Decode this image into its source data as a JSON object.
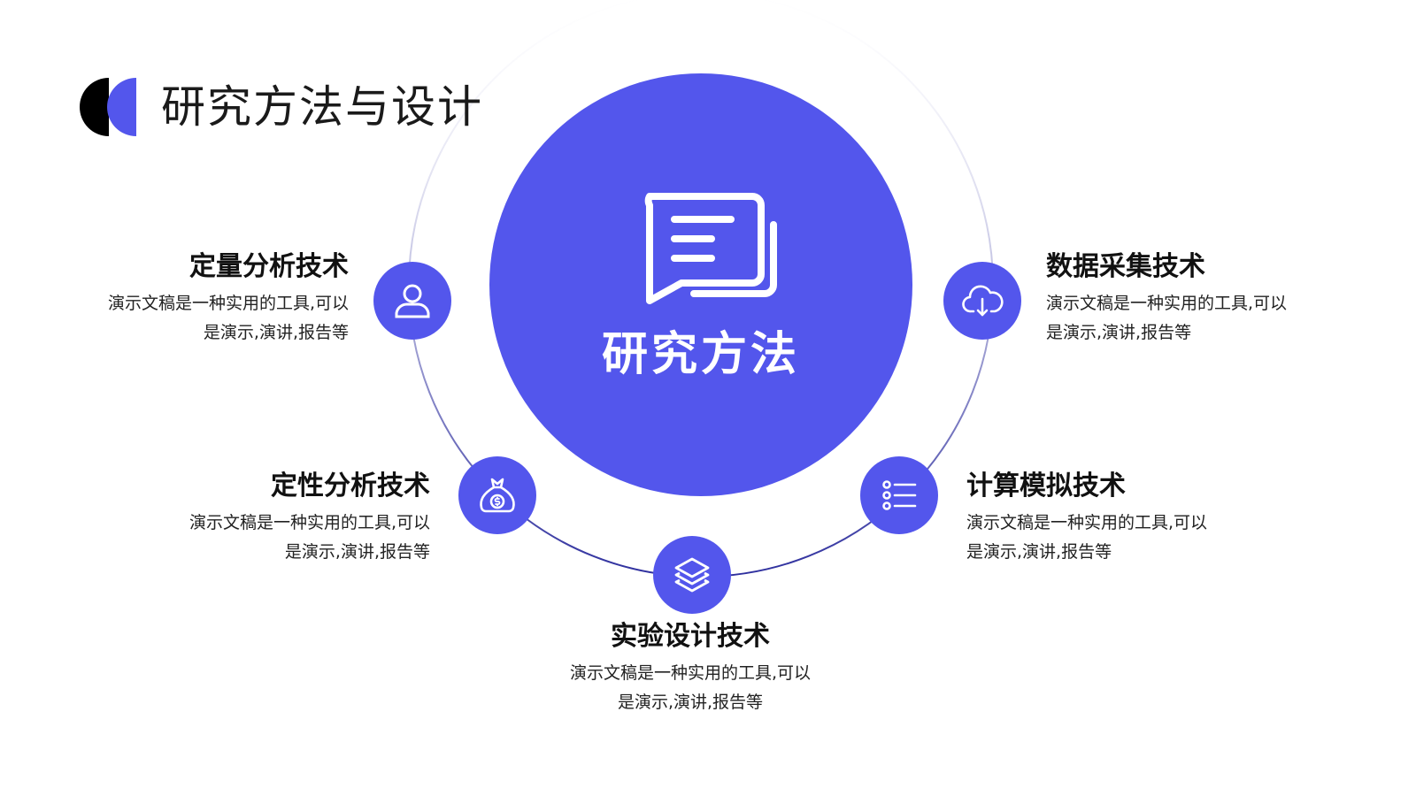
{
  "page_title": "研究方法与设计",
  "center": {
    "label": "研究方法",
    "icon": "chat-bubbles-icon"
  },
  "colors": {
    "accent": "#5356EC",
    "dark": "#000000",
    "text": "#111111"
  },
  "nodes": [
    {
      "title": "定量分析技术",
      "line1": "演示文稿是一种实用的工具,可以",
      "line2": "是演示,演讲,报告等",
      "icon": "user-icon"
    },
    {
      "title": "定性分析技术",
      "line1": "演示文稿是一种实用的工具,可以",
      "line2": "是演示,演讲,报告等",
      "icon": "money-bag-icon"
    },
    {
      "title": "实验设计技术",
      "line1": "演示文稿是一种实用的工具,可以",
      "line2": "是演示,演讲,报告等",
      "icon": "layers-icon"
    },
    {
      "title": "计算模拟技术",
      "line1": "演示文稿是一种实用的工具,可以",
      "line2": "是演示,演讲,报告等",
      "icon": "list-icon"
    },
    {
      "title": "数据采集技术",
      "line1": "演示文稿是一种实用的工具,可以",
      "line2": "是演示,演讲,报告等",
      "icon": "cloud-download-icon"
    }
  ]
}
